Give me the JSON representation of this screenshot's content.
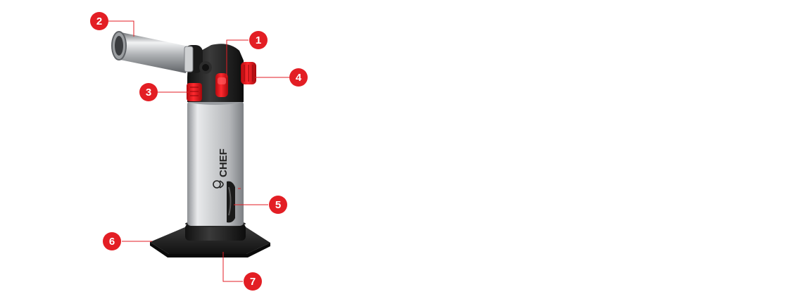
{
  "colors": {
    "callout_badge": "#E31E24",
    "callout_line": "#E31E24",
    "accent_parts": "#E8191F",
    "body_metal": "#C8CACC",
    "nozzle_body": "#1E1E1E"
  },
  "product": {
    "brand_text": "CHEF"
  },
  "callouts": [
    {
      "number": "1"
    },
    {
      "number": "2"
    },
    {
      "number": "3"
    },
    {
      "number": "4"
    },
    {
      "number": "5"
    },
    {
      "number": "6"
    },
    {
      "number": "7"
    }
  ]
}
